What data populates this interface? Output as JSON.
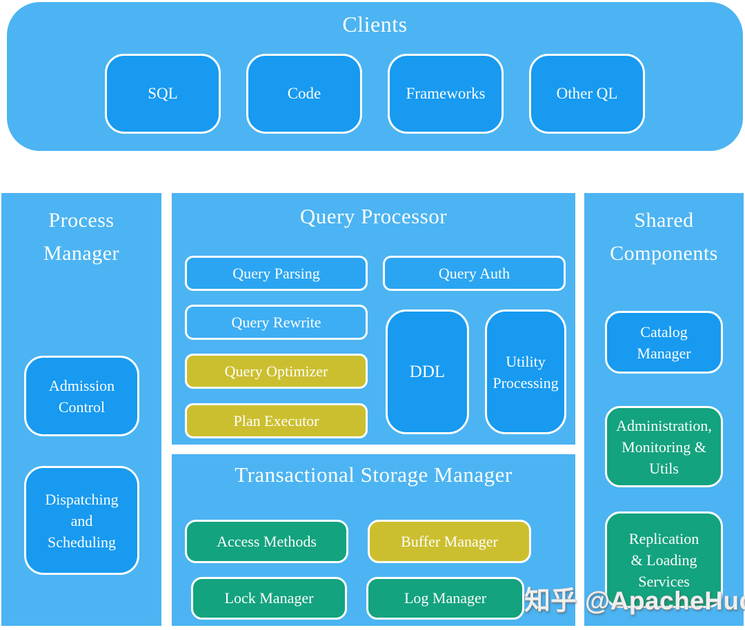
{
  "colors": {
    "panel_blue": "#4cb4f2",
    "box_blue_dark": "#179af0",
    "box_blue_medium": "#2ba5f2",
    "box_blue_light": "#3daef4",
    "box_yellow": "#ccbf2f",
    "box_green": "#13a37e",
    "border": "#ffffff",
    "text": "#fdfefe"
  },
  "clients": {
    "title": "Clients",
    "boxes": [
      {
        "label": "SQL"
      },
      {
        "label": "Code"
      },
      {
        "label": "Frameworks"
      },
      {
        "label": "Other QL"
      }
    ]
  },
  "process_manager": {
    "title_lines": [
      "Process",
      "Manager"
    ],
    "admission_control_lines": [
      "Admission",
      "Control"
    ],
    "dispatching_lines": [
      "Dispatching",
      "and",
      "Scheduling"
    ]
  },
  "query_processor": {
    "title": "Query Processor",
    "query_parsing": "Query Parsing",
    "query_auth": "Query Auth",
    "query_rewrite": "Query Rewrite",
    "query_optimizer": "Query Optimizer",
    "plan_executor": "Plan Executor",
    "ddl": "DDL",
    "utility_processing_lines": [
      "Utility",
      "Processing"
    ]
  },
  "transactional_storage_manager": {
    "title": "Transactional Storage Manager",
    "access_methods": "Access Methods",
    "buffer_manager": "Buffer Manager",
    "lock_manager": "Lock Manager",
    "log_manager": "Log Manager"
  },
  "shared_components": {
    "title_lines": [
      "Shared",
      "Components"
    ],
    "catalog_manager_lines": [
      "Catalog",
      "Manager"
    ],
    "admin_monitoring_lines": [
      "Administration,",
      "Monitoring &",
      "Utils"
    ],
    "replication_lines": [
      "Replication",
      "& Loading",
      "Services"
    ]
  },
  "watermark": {
    "brand": "知乎",
    "handle": "@ApacheHudi"
  }
}
